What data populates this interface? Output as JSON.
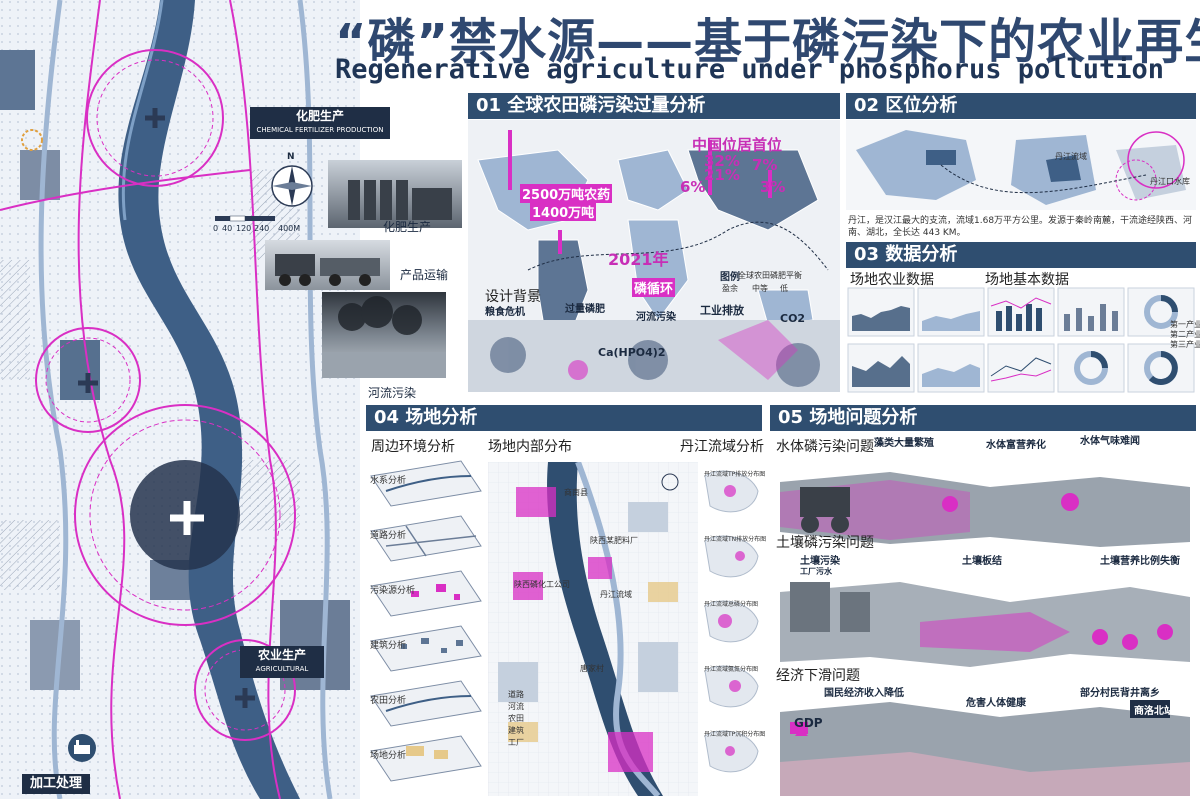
{
  "title": {
    "cn": "“磷”禁水源——基于磷污染下的农业再生",
    "en": "Regenerative agriculture under phosphorus pollution"
  },
  "map_panel": {
    "fertilizer_tag_cn": "化肥生产",
    "fertilizer_tag_en": "CHEMICAL FERTILIZER PRODUCTION",
    "photo_fertilizer": "化肥生产",
    "photo_transport": "产品运输",
    "photo_river": "河流污染",
    "scale": [
      "0",
      "40",
      "120",
      "240",
      "400M"
    ],
    "north": "N",
    "agri_tag_cn": "农业生产",
    "agri_tag_en": "AGRICULTURAL",
    "process_tag": "加工处理"
  },
  "section01": {
    "head": "01 全球农田磷污染过量分析",
    "design_bg": "设计背景",
    "food_crisis": "粮食危机",
    "stat_pesticide": "2500万吨农药",
    "stat_fert": "1400万吨",
    "china_rank": "中国位居首位",
    "pct1": "32%",
    "pct2": "21%",
    "pct3": "7%",
    "pct4": "6%",
    "pct5": "3%",
    "year": "2021年",
    "cycle": "磷循环",
    "excess_p": "过量磷肥",
    "river_pol": "河流污染",
    "industry": "工业排放",
    "ca_label": "Ca(HPO4)2",
    "co2": "CO2",
    "legend_title": "图例",
    "legend_items": [
      "全球农田磷肥平衡",
      "盈余",
      "中等",
      "低"
    ]
  },
  "section02": {
    "head": "02 区位分析",
    "desc": "丹江，是汉江最大的支流，流域1.68万平方公里。发源于秦岭南麓，干流途经陕西、河南、湖北，全长达 443 KM。",
    "places": [
      "丹江流域",
      "丹江口水库"
    ]
  },
  "section03": {
    "head": "03 数据分析",
    "farm_data": "场地农业数据",
    "base_data": "场地基本数据",
    "legend_items": [
      "第一产业",
      "第二产业",
      "第三产业"
    ]
  },
  "section04": {
    "head": "04 场地分析",
    "surround": "周边环境分析",
    "internal": "场地内部分布",
    "danjiang": "丹江流域分析",
    "layers": [
      "水系分析",
      "道路分析",
      "污染源分析",
      "建筑分析",
      "农田分析",
      "场地分析"
    ],
    "map_labels": [
      "陕西某肥料厂",
      "陕西磷化工公司",
      "丹江流域",
      "商南县",
      "唐家村"
    ],
    "side_labels": [
      "丹江流域TP排放分布图",
      "丹江流域TN排放分布图",
      "丹江流域总磷分布图",
      "丹江流域氨氮分布图",
      "丹江流域TP沉积分布图"
    ],
    "legend_items": [
      "道路",
      "河流",
      "农田",
      "建筑",
      "工厂"
    ]
  },
  "section05": {
    "head": "05 场地问题分析",
    "water_p": "水体磷污染问题",
    "algae": "藻类大量繁殖",
    "eutro": "水体富营养化",
    "smell": "水体气味难闻",
    "soil_p": "土壤磷污染问题",
    "soil_pol": "土壤污染",
    "soil_hard": "土壤板结",
    "soil_ratio": "土壤营养比例失衡",
    "econ": "经济下滑问题",
    "gdp_drop": "国民经济收入降低",
    "health": "危害人体健康",
    "migrate": "部分村民背井离乡",
    "gdp": "GDP",
    "factory_tag": "工厂污水",
    "station": "商洛北站"
  },
  "colors": {
    "navy": "#2f4e70",
    "pink": "#d92fc4",
    "light_blue": "#9fb6d3"
  }
}
